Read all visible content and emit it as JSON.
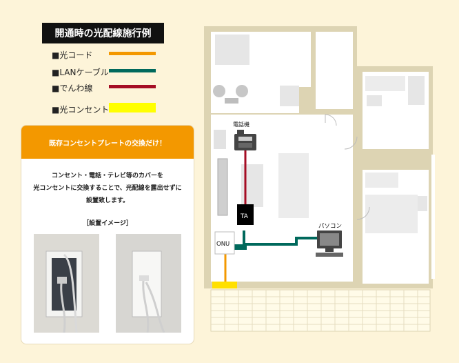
{
  "title": "開通時の光配線施行例",
  "legend": [
    {
      "label": "■光コード",
      "color": "#f39800"
    },
    {
      "label": "■LANケーブル",
      "color": "#00695c"
    },
    {
      "label": "■でんわ線",
      "color": "#a50d24"
    },
    {
      "label": "■光コンセント",
      "color": "#ffff00"
    }
  ],
  "panel": {
    "header": "既存コンセントプレートの交換だけ！",
    "lines": [
      "コンセント・電話・テレビ等のカバーを",
      "光コンセントに交換することで、光配線を露出せずに",
      "設置致します。"
    ],
    "photo_caption": "［設置イメージ］"
  },
  "floorplan": {
    "phone_label": "電話機",
    "ta_label": "TA",
    "onu_label": "ONU",
    "pc_label": "パソコン"
  }
}
